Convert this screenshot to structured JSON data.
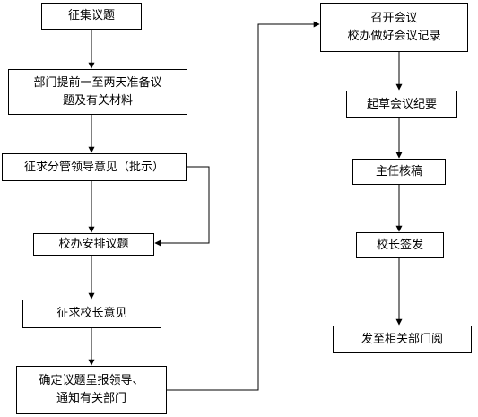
{
  "left_column": {
    "collect_topics": "征集议题",
    "submit_materials": "部门提前一至两天准备议\n题及有关材料",
    "seek_supervisor_opinion": "征求分管领导意见（批示）",
    "office_arrange": "校办安排议题",
    "seek_president_opinion": "征求校长意见",
    "confirm_and_notify": "确定议题呈报领导、\n通知有关部门"
  },
  "right_column": {
    "hold_meeting": "召开会议\n校办做好会议记录",
    "draft_minutes": "起草会议纪要",
    "director_review": "主任核稿",
    "president_sign": "校长签发",
    "distribute": "发至相关部门阅"
  }
}
